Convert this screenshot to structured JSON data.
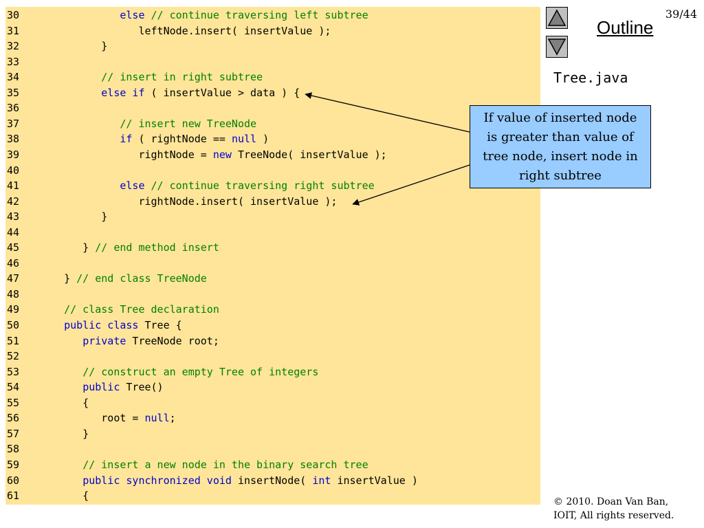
{
  "slide": {
    "page_number": "39/44",
    "outline_label": "Outline",
    "file_name": "Tree.java",
    "callout_text": "If value of inserted node is greater than value of tree node, insert node in right subtree",
    "copyright_line1": "© 2010.  Doan Van Ban,",
    "copyright_line2": "IOIT, All rights reserved."
  },
  "nav": {
    "up_icon": "triangle-up-icon",
    "down_icon": "triangle-down-icon"
  },
  "colors": {
    "code_background": "#ffe599",
    "keyword": "#0000cc",
    "comment": "#008000",
    "callout_background": "#99ccff"
  },
  "code_lines": [
    {
      "num": "30",
      "tokens": [
        {
          "t": "            ",
          "k": "p"
        },
        {
          "t": "else",
          "k": "kw"
        },
        {
          "t": " // continue traversing left subtree",
          "k": "cm"
        }
      ]
    },
    {
      "num": "31",
      "tokens": [
        {
          "t": "               leftNode.insert( insertValue );",
          "k": "p"
        }
      ]
    },
    {
      "num": "32",
      "tokens": [
        {
          "t": "         }",
          "k": "p"
        }
      ]
    },
    {
      "num": "33",
      "tokens": []
    },
    {
      "num": "34",
      "tokens": [
        {
          "t": "         ",
          "k": "p"
        },
        {
          "t": "// insert in right subtree",
          "k": "cm"
        }
      ]
    },
    {
      "num": "35",
      "tokens": [
        {
          "t": "         ",
          "k": "p"
        },
        {
          "t": "else if",
          "k": "kw"
        },
        {
          "t": " ( insertValue > data ) {",
          "k": "p"
        }
      ]
    },
    {
      "num": "36",
      "tokens": []
    },
    {
      "num": "37",
      "tokens": [
        {
          "t": "            ",
          "k": "p"
        },
        {
          "t": "// insert new TreeNode",
          "k": "cm"
        }
      ]
    },
    {
      "num": "38",
      "tokens": [
        {
          "t": "            ",
          "k": "p"
        },
        {
          "t": "if",
          "k": "kw"
        },
        {
          "t": " ( rightNode == ",
          "k": "p"
        },
        {
          "t": "null",
          "k": "kw"
        },
        {
          "t": " )",
          "k": "p"
        }
      ]
    },
    {
      "num": "39",
      "tokens": [
        {
          "t": "               rightNode = ",
          "k": "p"
        },
        {
          "t": "new",
          "k": "kw"
        },
        {
          "t": " TreeNode( insertValue );",
          "k": "p"
        }
      ]
    },
    {
      "num": "40",
      "tokens": []
    },
    {
      "num": "41",
      "tokens": [
        {
          "t": "            ",
          "k": "p"
        },
        {
          "t": "else",
          "k": "kw"
        },
        {
          "t": " // continue traversing right subtree",
          "k": "cm"
        }
      ]
    },
    {
      "num": "42",
      "tokens": [
        {
          "t": "               rightNode.insert( insertValue );",
          "k": "p"
        }
      ]
    },
    {
      "num": "43",
      "tokens": [
        {
          "t": "         }",
          "k": "p"
        }
      ]
    },
    {
      "num": "44",
      "tokens": []
    },
    {
      "num": "45",
      "tokens": [
        {
          "t": "      } ",
          "k": "p"
        },
        {
          "t": "// end method insert",
          "k": "cm"
        }
      ]
    },
    {
      "num": "46",
      "tokens": []
    },
    {
      "num": "47",
      "tokens": [
        {
          "t": "   } ",
          "k": "p"
        },
        {
          "t": "// end class TreeNode",
          "k": "cm"
        }
      ]
    },
    {
      "num": "48",
      "tokens": []
    },
    {
      "num": "49",
      "tokens": [
        {
          "t": "   ",
          "k": "p"
        },
        {
          "t": "// class Tree declaration",
          "k": "cm"
        }
      ]
    },
    {
      "num": "50",
      "tokens": [
        {
          "t": "   ",
          "k": "p"
        },
        {
          "t": "public class",
          "k": "kw"
        },
        {
          "t": " Tree {",
          "k": "p"
        }
      ]
    },
    {
      "num": "51",
      "tokens": [
        {
          "t": "      ",
          "k": "p"
        },
        {
          "t": "private",
          "k": "kw"
        },
        {
          "t": " TreeNode root;",
          "k": "p"
        }
      ]
    },
    {
      "num": "52",
      "tokens": []
    },
    {
      "num": "53",
      "tokens": [
        {
          "t": "      ",
          "k": "p"
        },
        {
          "t": "// construct an empty Tree of integers",
          "k": "cm"
        }
      ]
    },
    {
      "num": "54",
      "tokens": [
        {
          "t": "      ",
          "k": "p"
        },
        {
          "t": "public",
          "k": "kw"
        },
        {
          "t": " Tree()",
          "k": "p"
        }
      ]
    },
    {
      "num": "55",
      "tokens": [
        {
          "t": "      {",
          "k": "p"
        }
      ]
    },
    {
      "num": "56",
      "tokens": [
        {
          "t": "         root = ",
          "k": "p"
        },
        {
          "t": "null",
          "k": "kw"
        },
        {
          "t": ";",
          "k": "p"
        }
      ]
    },
    {
      "num": "57",
      "tokens": [
        {
          "t": "      }",
          "k": "p"
        }
      ]
    },
    {
      "num": "58",
      "tokens": []
    },
    {
      "num": "59",
      "tokens": [
        {
          "t": "      ",
          "k": "p"
        },
        {
          "t": "// insert a new node in the binary search tree",
          "k": "cm"
        }
      ]
    },
    {
      "num": "60",
      "tokens": [
        {
          "t": "      ",
          "k": "p"
        },
        {
          "t": "public synchronized void",
          "k": "kw"
        },
        {
          "t": " insertNode( ",
          "k": "p"
        },
        {
          "t": "int",
          "k": "kw"
        },
        {
          "t": " insertValue )",
          "k": "p"
        }
      ]
    },
    {
      "num": "61",
      "tokens": [
        {
          "t": "      {",
          "k": "p"
        }
      ]
    }
  ]
}
